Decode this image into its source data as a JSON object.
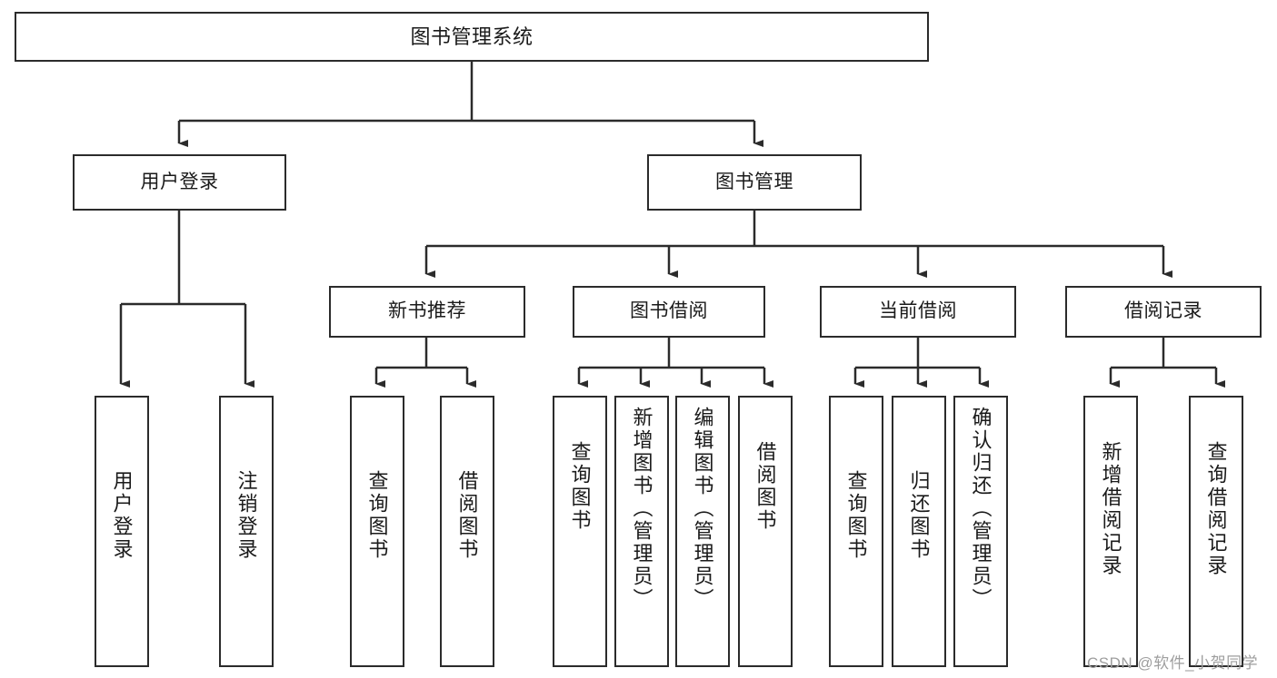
{
  "diagram": {
    "title": "图书管理系统",
    "type": "tree",
    "root": {
      "label": "图书管理系统"
    },
    "level2": [
      {
        "label": "用户登录"
      },
      {
        "label": "图书管理"
      }
    ],
    "level3": [
      {
        "label": "新书推荐"
      },
      {
        "label": "图书借阅"
      },
      {
        "label": "当前借阅"
      },
      {
        "label": "借阅记录"
      }
    ],
    "leaves": {
      "user_login": [
        {
          "label": "用户登录"
        },
        {
          "label": "注销登录"
        }
      ],
      "new_book_recommend": [
        {
          "label": "查询图书"
        },
        {
          "label": "借阅图书"
        }
      ],
      "book_borrow": [
        {
          "label": "查询图书"
        },
        {
          "label": "新增图书（管理员）"
        },
        {
          "label": "编辑图书（管理员）"
        },
        {
          "label": "借阅图书"
        }
      ],
      "current_borrow": [
        {
          "label": "查询图书"
        },
        {
          "label": "归还图书"
        },
        {
          "label": "确认归还（管理员）"
        }
      ],
      "borrow_record": [
        {
          "label": "新增借阅记录"
        },
        {
          "label": "查询借阅记录"
        }
      ]
    }
  },
  "watermark": {
    "text": "CSDN @软件_小贺同学"
  },
  "colors": {
    "stroke": "#2b2b2b",
    "fill": "#ffffff",
    "text": "#1a1a1a",
    "watermark": "#9e9e9e"
  }
}
